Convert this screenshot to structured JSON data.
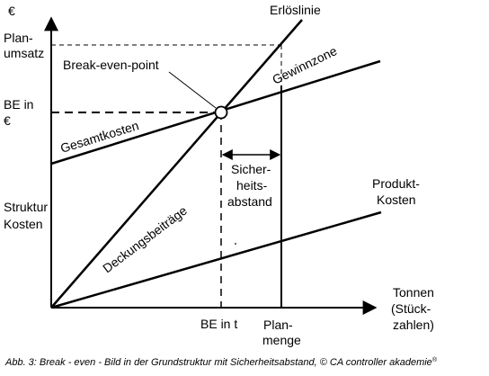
{
  "diagram": {
    "y_axis_symbol": "€",
    "plan_umsatz_line1": "Plan-",
    "plan_umsatz_line2": "umsatz",
    "be_euro_line1": "BE in",
    "be_euro_line2": "€",
    "struktur_line1": "Struktur",
    "struktur_line2": "Kosten",
    "erloeslinie": "Erlöslinie",
    "gewinnzone": "Gewinnzone",
    "break_even_point": "Break-even-point",
    "gesamtkosten": "Gesamtkosten",
    "sicherheitsabstand_line1": "Sicher-",
    "sicherheitsabstand_line2": "heits-",
    "sicherheitsabstand_line3": "abstand",
    "produktkosten_line1": "Produkt-",
    "produktkosten_line2": "Kosten",
    "deckungsbeitraege": "Deckungsbeiträge",
    "tonnen_line1": "Tonnen",
    "tonnen_line2": "(Stück-",
    "tonnen_line3": "zahlen)",
    "be_in_t": "BE in t",
    "planmenge_line1": "Plan-",
    "planmenge_line2": "menge"
  },
  "caption": {
    "text": "Abb. 3: Break - even - Bild in der Grundstruktur mit Sicherheitsabstand, © CA controller akademie",
    "superscript": "®"
  }
}
